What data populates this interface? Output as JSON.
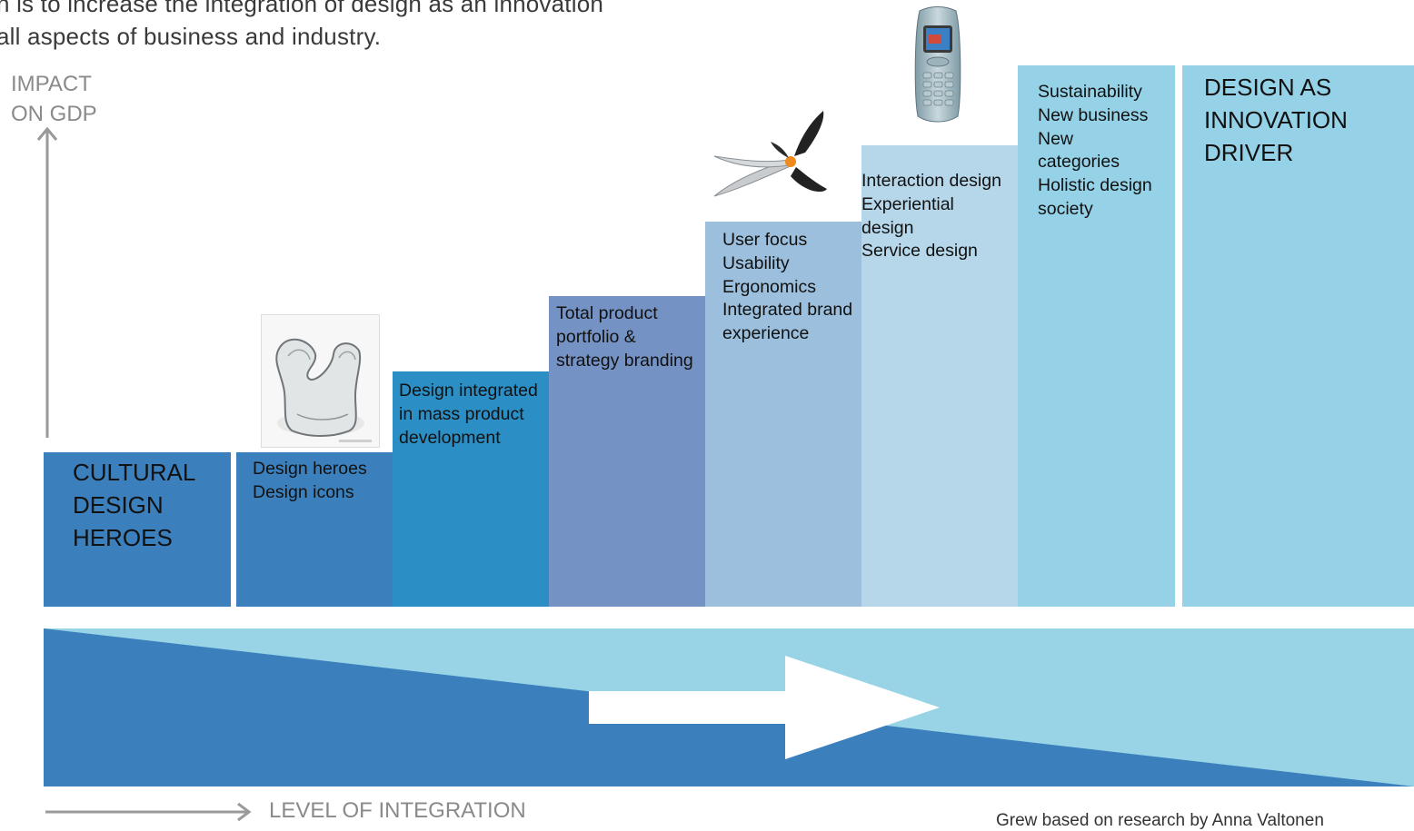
{
  "intro": {
    "line1": "n is to increase the integration of design as an innovation",
    "line2": "all aspects of business and industry."
  },
  "axes": {
    "y_label_line1": "IMPACT",
    "y_label_line2": "ON GDP",
    "x_label": "LEVEL OF INTEGRATION"
  },
  "steps": [
    {
      "lines": [
        "CULTURAL",
        "DESIGN",
        "HEROES"
      ]
    },
    {
      "lines": [
        "Design heroes",
        "Design icons"
      ]
    },
    {
      "lines": [
        "Design integrated",
        "in mass product",
        "development"
      ]
    },
    {
      "lines": [
        "Total product",
        "portfolio &",
        "strategy branding"
      ]
    },
    {
      "lines": [
        "User focus",
        "Usability",
        "Ergonomics",
        "Integrated brand",
        "experience"
      ]
    },
    {
      "lines": [
        "Interaction design",
        "Experiential",
        "design",
        "Service design"
      ]
    },
    {
      "lines": [
        "Sustainability",
        "New business",
        "New",
        "categories",
        "Holistic design",
        "society"
      ]
    },
    {
      "lines": [
        "DESIGN AS",
        "INNOVATION",
        "DRIVER"
      ]
    }
  ],
  "credit": "Grew based on research by Anna Valtonen",
  "colors": {
    "step1": "#3b80bd",
    "step2": "#3b80bd",
    "step3": "#2b8ec4",
    "step4": "#7592c4",
    "step5": "#9bbfdc",
    "step6": "#b6d7ea",
    "step7": "#95d2e7",
    "step8": "#95d2e7",
    "band_light": "#98d3e6",
    "band_dark": "#3b80bd",
    "axis": "#9a9a9a"
  },
  "icons": [
    "vase-image",
    "scissors-image",
    "mobile-phone-image",
    "arrow-right-icon"
  ]
}
